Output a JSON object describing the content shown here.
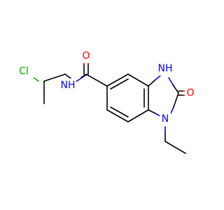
{
  "molecule": {
    "atoms": {
      "cl": {
        "label": "Cl",
        "color": "#00b000"
      },
      "amide_n": {
        "label": "NH"
      },
      "amide_o": {
        "label": "O"
      },
      "ring_nh": {
        "label": "NH"
      },
      "ring_n": {
        "label": "N"
      },
      "urea_o": {
        "label": "O"
      }
    },
    "colors": {
      "carbon_bond": "#000000",
      "nitrogen": "#0000ff",
      "oxygen": "#ff0000",
      "chlorine": "#00b000",
      "background": "#ffffff"
    }
  }
}
